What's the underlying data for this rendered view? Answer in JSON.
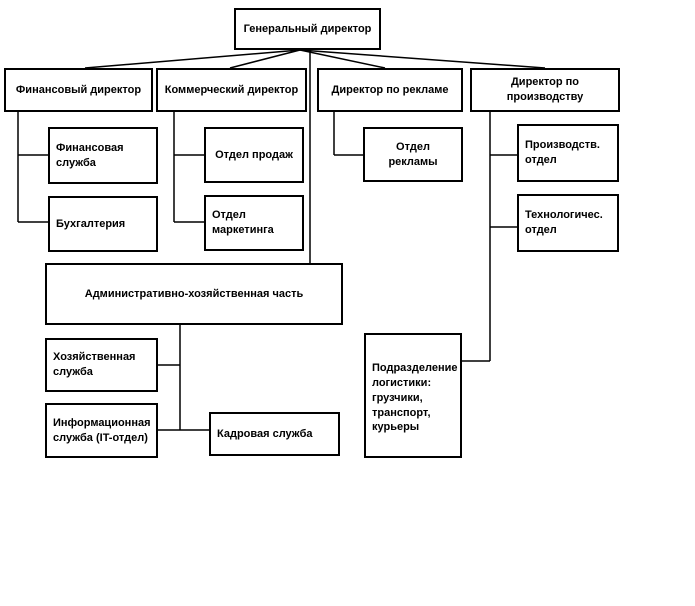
{
  "org_chart": {
    "ceo": "Генеральный директор",
    "directors": {
      "finance": "Финансовый директор",
      "commerce": "Коммерческий директор",
      "advertising": "Директор по рекламе",
      "production": "Директор по\nпроизводству"
    },
    "units": {
      "finance_service": "Финансовая\nслужба",
      "accounting": "Бухгалтерия",
      "sales": "Отдел продаж",
      "marketing": "Отдел\nмаркетинга",
      "ad_department": "Отдел рекламы",
      "production_dept": "Производств.\nотдел",
      "technology_dept": "Технологичес.\nотдел",
      "admin_part": "Административно-хозяйственная часть",
      "household_service": "Хозяйственная\nслужба",
      "it_service": "Информационная\nслужба (IT-отдел)",
      "hr_service": "Кадровая служба",
      "logistics": "Подразделение\nлогистики:\nгрузчики,\nтранспорт,\nкурьеры"
    }
  }
}
